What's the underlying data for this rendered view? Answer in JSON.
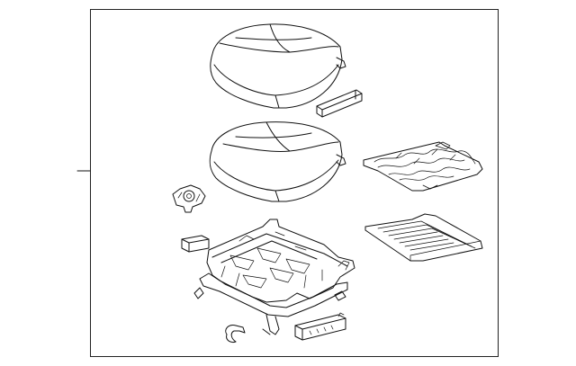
{
  "diagram": {
    "kind": "exploded parts illustration",
    "parts": [
      {
        "id": "seat-back-cushion",
        "icon": "cushion-icon"
      },
      {
        "id": "headrest-guide-pad",
        "icon": "pad-icon"
      },
      {
        "id": "seat-cushion",
        "icon": "cushion-icon"
      },
      {
        "id": "seat-heater-mat",
        "icon": "heater-icon"
      },
      {
        "id": "seat-pad",
        "icon": "pad-icon"
      },
      {
        "id": "recliner-cover",
        "icon": "bracket-icon"
      },
      {
        "id": "clip",
        "icon": "clip-icon"
      },
      {
        "id": "seat-frame",
        "icon": "frame-icon"
      },
      {
        "id": "wire-clip",
        "icon": "clip-icon"
      },
      {
        "id": "control-module",
        "icon": "module-icon"
      }
    ]
  }
}
